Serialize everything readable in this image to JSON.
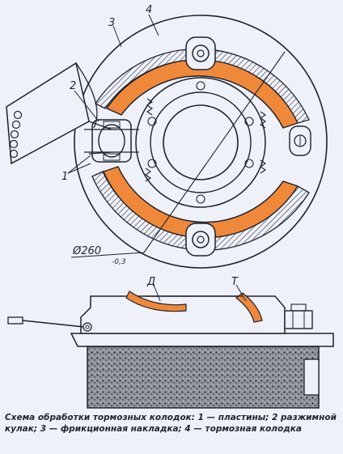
{
  "diagram": {
    "labels": {
      "l1": "1",
      "l2": "2",
      "l3": "3",
      "l4": "4",
      "diameter": "Ø260",
      "tolerance": "-0,3",
      "d": "Д",
      "t": "Т"
    },
    "colors": {
      "pad": "#f0883a",
      "ink": "#1e2230",
      "background": "#eef1f8",
      "drum": "#9a9ea6"
    }
  },
  "caption": {
    "text": "Схема обработки тормозных колодок: 1 — пластины; 2 разжимной кулак; 3 — фрикционная накладка; 4 — тормозная колодка"
  }
}
